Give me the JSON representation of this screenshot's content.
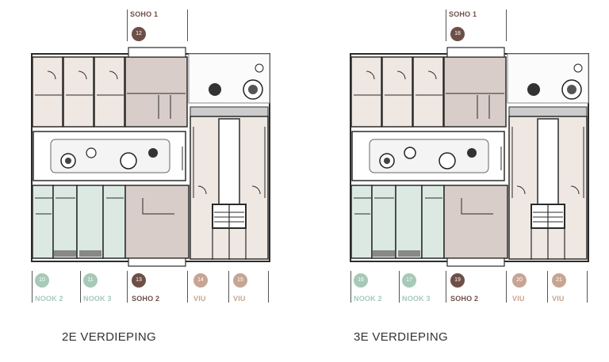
{
  "colors": {
    "nook": "#a7c9b8",
    "nook_fill": "#dbe9e2",
    "soho": "#6e4f47",
    "soho_fill": "#d8cdc8",
    "viu": "#c7a593",
    "viu_fill": "#eee7e2",
    "wall": "#2b2b2b"
  },
  "floors": [
    {
      "title": "2E VERDIEPING",
      "top_unit": {
        "name": "SOHO 1",
        "number": "12"
      },
      "units": [
        {
          "number": "10",
          "name": "NOOK 2",
          "kind": "nook"
        },
        {
          "number": "11",
          "name": "NOOK 3",
          "kind": "nook"
        },
        {
          "number": "13",
          "name": "SOHO 2",
          "kind": "soho"
        },
        {
          "number": "14",
          "name": "VIU",
          "kind": "viu"
        },
        {
          "number": "15",
          "name": "VIU",
          "kind": "viu"
        }
      ]
    },
    {
      "title": "3E VERDIEPING",
      "top_unit": {
        "name": "SOHO 1",
        "number": "18"
      },
      "units": [
        {
          "number": "16",
          "name": "NOOK 2",
          "kind": "nook"
        },
        {
          "number": "17",
          "name": "NOOK 3",
          "kind": "nook"
        },
        {
          "number": "19",
          "name": "SOHO 2",
          "kind": "soho"
        },
        {
          "number": "20",
          "name": "VIU",
          "kind": "viu"
        },
        {
          "number": "21",
          "name": "VIU",
          "kind": "viu"
        }
      ]
    }
  ]
}
